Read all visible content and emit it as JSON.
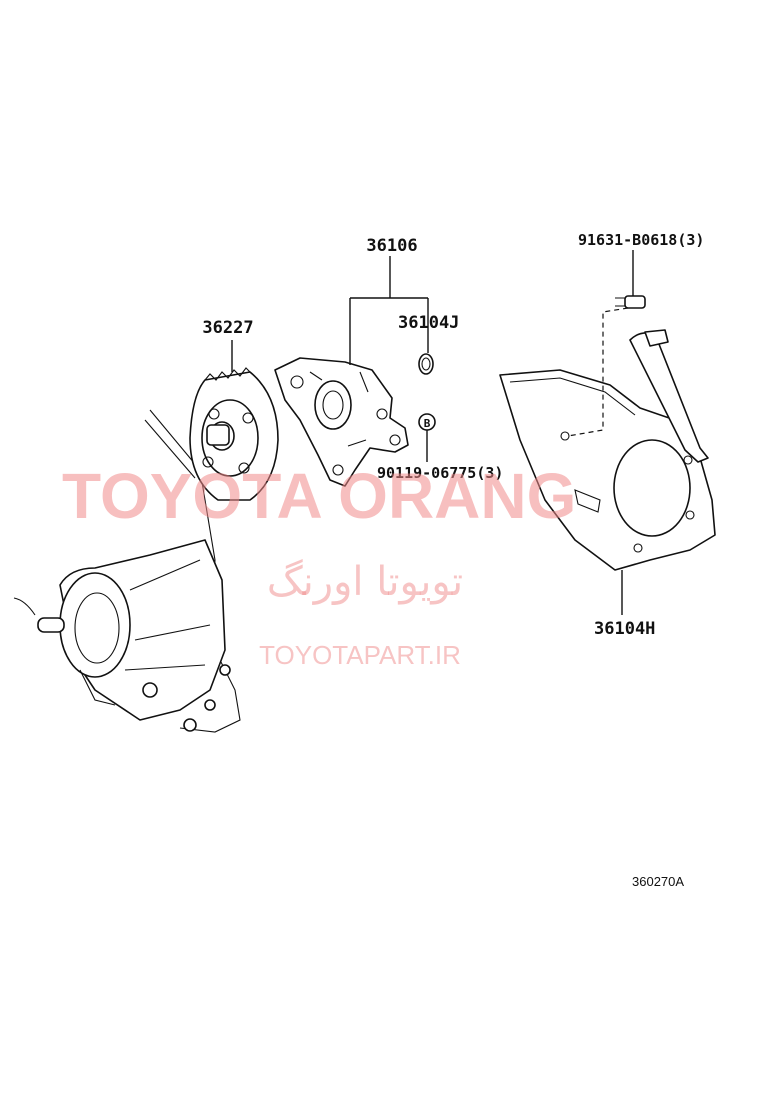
{
  "labels": {
    "oil_pump_assy": "36106",
    "o_ring": "36104J",
    "drive_gear": "36227",
    "bolt": "90119-06775(3)",
    "bolt_marker": "B",
    "plug_bolt": "91631-B0618(3)",
    "cover": "36104H"
  },
  "watermark": {
    "brand": "TOYOTA ORANG",
    "persian": "تویوتا اورنگ",
    "site": "TOYOTAPART.IR"
  },
  "diagram_code": "360270A"
}
